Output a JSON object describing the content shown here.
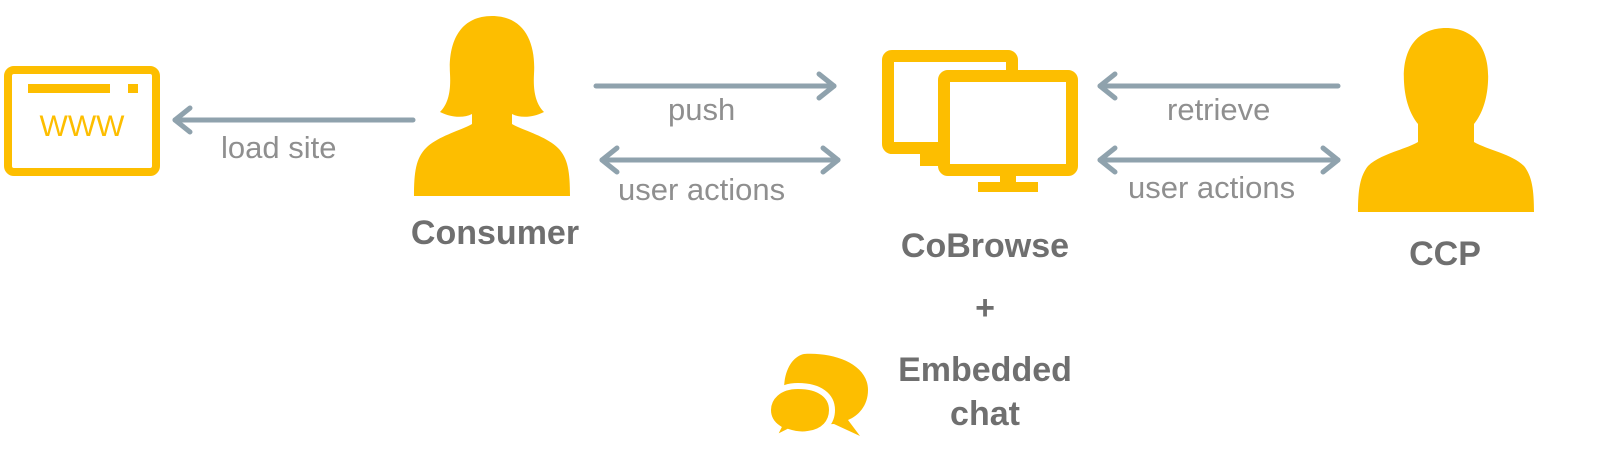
{
  "colors": {
    "accent": "#FDBE00",
    "arrow": "#8FA2AD",
    "label": "#8f8f8f",
    "node_label": "#6f6f6f"
  },
  "nodes": {
    "website": {
      "icon": "browser-window-icon",
      "text": "WWW"
    },
    "consumer": {
      "icon": "consumer-person-icon",
      "label": "Consumer"
    },
    "cobrowse": {
      "icon": "cobrowse-monitors-icon",
      "label": "CoBrowse"
    },
    "plus": "+",
    "embedded_chat": {
      "icon": "chat-bubbles-icon",
      "label_line1": "Embedded",
      "label_line2": "chat"
    },
    "ccp": {
      "icon": "agent-person-icon",
      "label": "CCP"
    }
  },
  "edges": {
    "load_site": "load site",
    "push": "push",
    "user_actions_left": "user actions",
    "retrieve": "retrieve",
    "user_actions_right": "user actions"
  }
}
